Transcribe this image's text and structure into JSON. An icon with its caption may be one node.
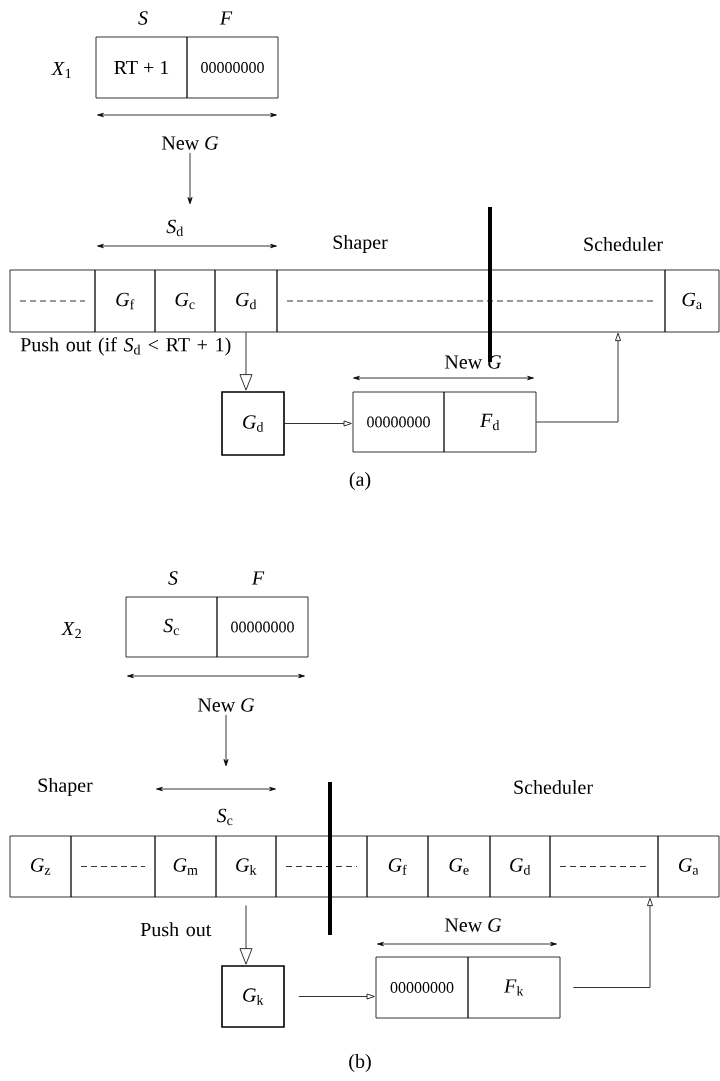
{
  "diagram": {
    "nodes": [
      {
        "text": [
          "RT + 1"
        ]
      },
      {
        "text": [
          "00000000"
        ]
      },
      {
        "text": [
          "New *G*"
        ]
      },
      {
        "text": [],
        "shape": "box"
      },
      {
        "text": [
          "*G*$_{f}$"
        ]
      },
      {
        "text": [
          "*G*$_{c}$"
        ]
      },
      {
        "text": [
          "*G*$_{d}$"
        ]
      },
      {
        "text": [],
        "shape": "box"
      },
      {
        "text": [
          "*G*$_{a}$"
        ]
      },
      {
        "text": [
          "*G*$_{d}$"
        ]
      },
      {
        "text": [
          "00000000"
        ]
      },
      {
        "text": [
          "*F*$_{d}$"
        ]
      },
      {
        "text": [
          "*S*$_{c}$"
        ]
      },
      {
        "text": [
          "00000000"
        ]
      },
      {
        "text": [
          "New *G*"
        ]
      },
      {
        "text": [
          "*G*$_{z}$"
        ]
      },
      {
        "text": [],
        "shape": "box"
      },
      {
        "text": [
          "*G*$_{m}$"
        ]
      },
      {
        "text": [
          "*G*$_{k}$"
        ]
      },
      {
        "text": [],
        "shape": "box"
      },
      {
        "text": [
          "*G*$_{f}$"
        ]
      },
      {
        "text": [
          "*G*$_{e}$"
        ]
      },
      {
        "text": [
          "*G*$_{d}$"
        ]
      },
      {
        "text": [],
        "shape": "box"
      },
      {
        "text": [
          "*G*$_{a}$"
        ]
      },
      {
        "text": [
          "*G*$_{k}$"
        ]
      },
      {
        "text": [
          "00000000"
        ]
      },
      {
        "text": [
          "*F*$_{k}$"
        ]
      }
    ],
    "edges": [
      {
        "from": 2,
        "to": null,
        "arrow": "to"
      },
      {
        "from": 6,
        "to": 9,
        "arrow": "to",
        "label": "Push out (if *S*$_{d}$ < RT + 1)"
      },
      {
        "from": 9,
        "to": 10,
        "arrow": "to"
      },
      {
        "from": 11,
        "to": 7,
        "arrow": "to"
      },
      {
        "from": 14,
        "to": null,
        "arrow": "to"
      },
      {
        "from": 18,
        "to": 25,
        "arrow": "to",
        "label": "Push out"
      },
      {
        "from": 25,
        "to": 26,
        "arrow": "to"
      },
      {
        "from": 27,
        "to": 23,
        "arrow": "to"
      }
    ],
    "labels": [
      "S",
      "F",
      "*X*$_{1}$",
      "*S*$_{d}$",
      "Shaper",
      "Scheduler",
      "New *G*",
      "(a)",
      "S",
      "F",
      "*X*$_{2}$",
      "Shaper",
      "Scheduler",
      "*S*$_{c}$",
      "New *G*",
      "(b)"
    ]
  }
}
